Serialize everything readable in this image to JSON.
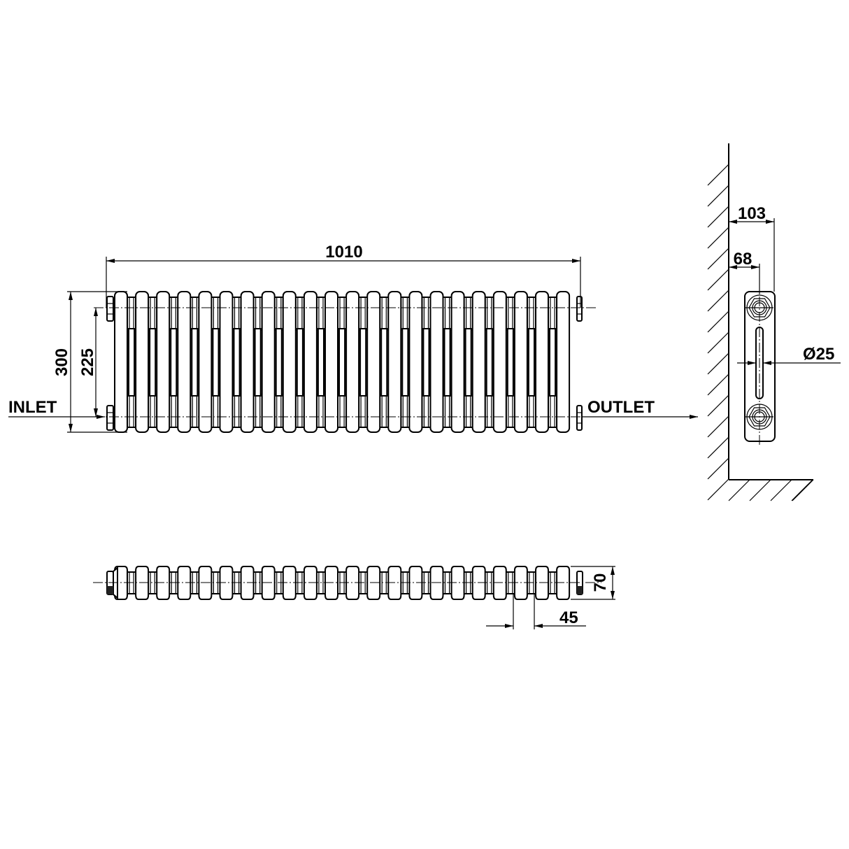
{
  "drawing": {
    "subject": "Column radiator technical drawing",
    "columns_count": 22,
    "line_color": "#000000",
    "background": "#ffffff"
  },
  "front_view": {
    "width_label": "1010",
    "height_label": "300",
    "pipe_centres_label": "225",
    "inlet_label": "INLET",
    "outlet_label": "OUTLET"
  },
  "side_view": {
    "depth_label": "103",
    "pipe_offset_label": "68",
    "pipe_diameter_label": "Ø25"
  },
  "top_view": {
    "depth_label": "70",
    "section_pitch_label": "45"
  }
}
